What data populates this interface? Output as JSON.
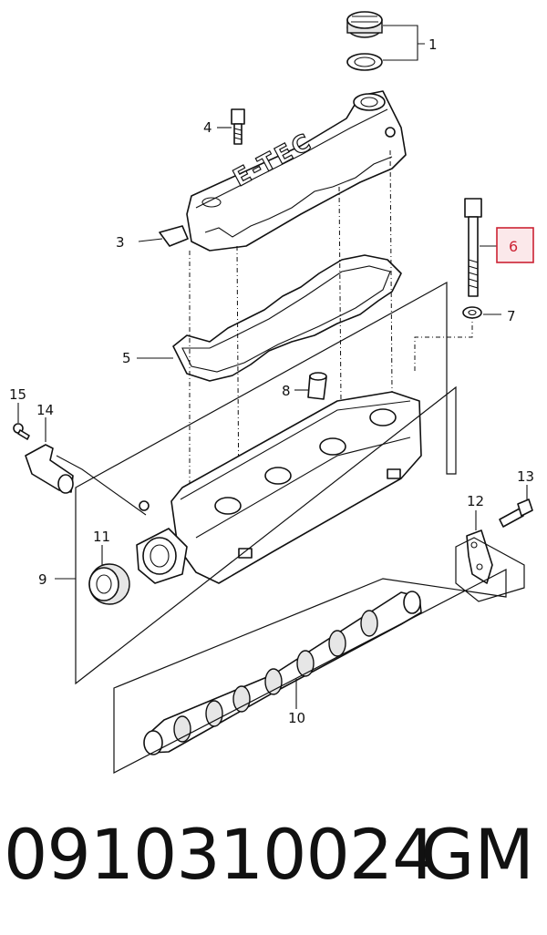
{
  "callouts": {
    "c1": "1",
    "c3": "3",
    "c4": "4",
    "c5": "5",
    "c6": "6",
    "c7": "7",
    "c8": "8",
    "c9": "9",
    "c10": "10",
    "c11": "11",
    "c12": "12",
    "c13": "13",
    "c14": "14",
    "c15": "15"
  },
  "cover_text": "E-TEC",
  "highlight_color": "#cc2233",
  "footer": {
    "part_number": "0910310024",
    "brand": "GM"
  }
}
